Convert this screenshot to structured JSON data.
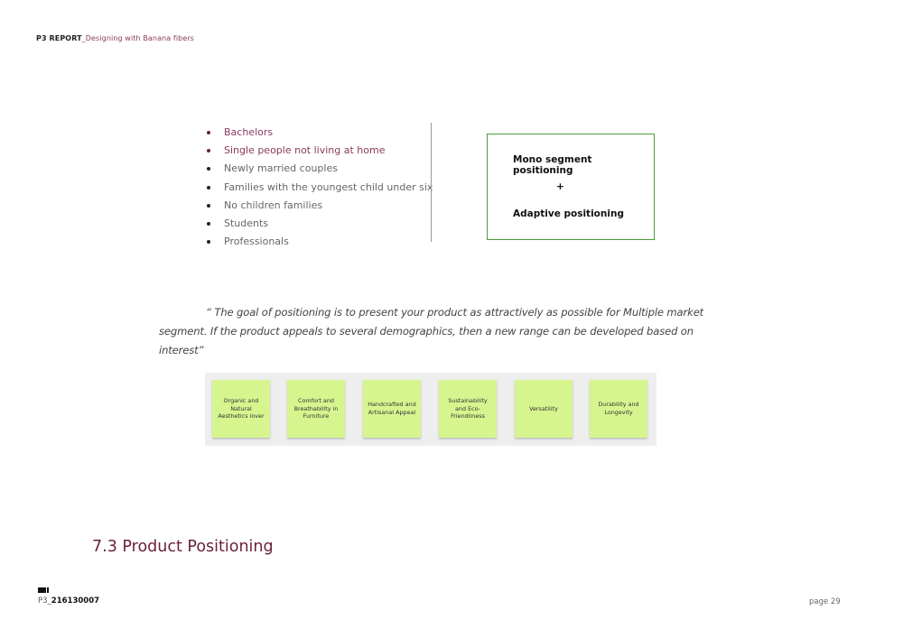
{
  "header": {
    "prefix": "P3 REPORT",
    "suffix": "_Designing with Banana fibers"
  },
  "segments": [
    "Bachelors",
    "Single people not living at home",
    "Newly married couples",
    "Families with the youngest child under six",
    "No children families",
    "Students",
    "Professionals"
  ],
  "positioning_box": {
    "line1": "Mono segment positioning",
    "plus": "+",
    "line2": "Adaptive positioning"
  },
  "quote": "“ The goal of positioning is to present your product as attractively as possible for Multiple market segment. If the product appeals to several demographics, then a new range can be developed based on interest”",
  "notes": [
    "Organic and Natural Aesthetics lover",
    "Comfort and Breathability in Furniture",
    "Handcrafted and Artisanal Appeal",
    "Sustainability and Eco-Friendliness",
    "Versatility",
    "Durability and Longevity"
  ],
  "section_title": "7.3 Product Positioning",
  "footer": {
    "prefix": "P3_",
    "id": "216130007",
    "page": "page 29"
  },
  "colors": {
    "accent": "#6a1f3d",
    "accent_light": "#8a3a5e",
    "box_border": "#4a9e3a",
    "note_fill": "#d7f58f"
  }
}
